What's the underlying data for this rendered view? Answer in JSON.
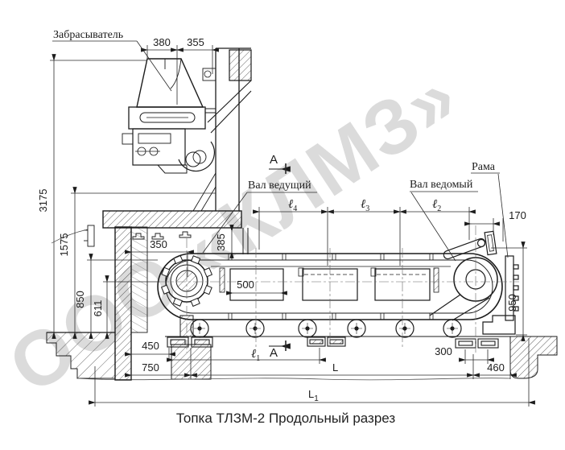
{
  "caption": "Топка ТЛЗМ-2 Продольный разрез",
  "watermark": "ООО «КЛМЗ»",
  "section_mark": "А",
  "labels": {
    "spreader": "Забрасыватель",
    "drive_shaft": "Вал ведущий",
    "driven_shaft": "Вал ведомый",
    "frame": "Рама"
  },
  "dims": {
    "w380": "380",
    "w355": "355",
    "h3175": "3175",
    "h1575": "1575",
    "h850": "850",
    "h611": "611",
    "w350": "350",
    "h385": "385",
    "w500": "500",
    "w450": "450",
    "w750": "750",
    "w170": "170",
    "h950": "950",
    "w300": "300",
    "w460": "460",
    "L": "L",
    "L1": {
      "sym": "L",
      "sub": "1"
    },
    "l1": {
      "sym": "ℓ",
      "sub": "1"
    },
    "l2": {
      "sym": "ℓ",
      "sub": "2"
    },
    "l3": {
      "sym": "ℓ",
      "sub": "3"
    },
    "l4": {
      "sym": "ℓ",
      "sub": "4"
    }
  },
  "colors": {
    "line": "#1c1c1c",
    "dim": "#2a2a2a",
    "watermark": "#d8d8d8",
    "background": "#ffffff"
  }
}
